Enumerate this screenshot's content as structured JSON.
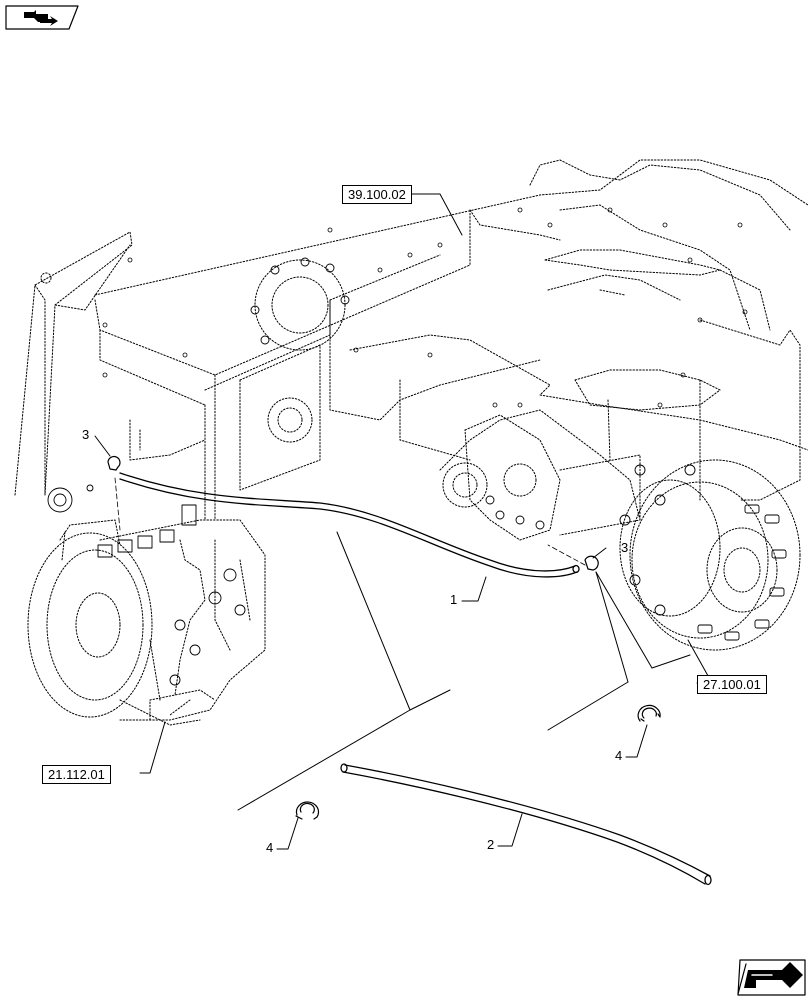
{
  "references": {
    "frame": "39.100.02",
    "axle": "27.100.01",
    "transmission": "21.112.01"
  },
  "callouts": {
    "hose_pipe": "1",
    "hose_spare": "2",
    "clamp_left": "3",
    "clamp_right": "3",
    "clip_left": "4",
    "clip_right": "4"
  },
  "icons": {
    "top_left": "previous-page-arrow-icon",
    "bottom_right": "next-page-arrow-icon"
  }
}
